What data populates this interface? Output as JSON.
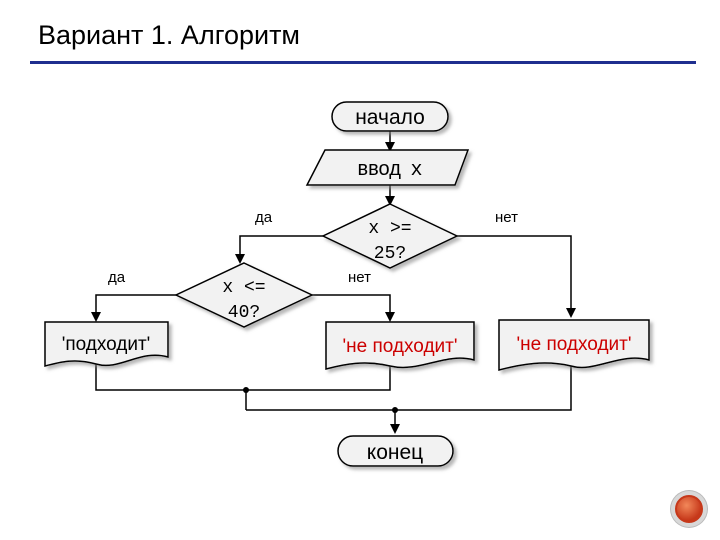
{
  "slide": {
    "title": "Вариант 1. Алгоритм"
  },
  "flowchart": {
    "start": "начало",
    "input_word": "ввод",
    "input_var": "x",
    "cond1_line1": "x >=",
    "cond1_line2": "25?",
    "cond2_line1": "x <=",
    "cond2_line2": "40?",
    "yes_1": "да",
    "no_1": "нет",
    "yes_2": "да",
    "no_2": "нет",
    "out_ok": "'подходит'",
    "out_bad_1": "'не подходит'",
    "out_bad_2": "'не подходит'",
    "end": "конец"
  },
  "colors": {
    "accent_rule": "#1f2f8f",
    "output_text_red": "#cc0000",
    "shape_fill": "#f2f2f2"
  },
  "icons": {
    "nav_button": "red-circle-button-icon"
  }
}
